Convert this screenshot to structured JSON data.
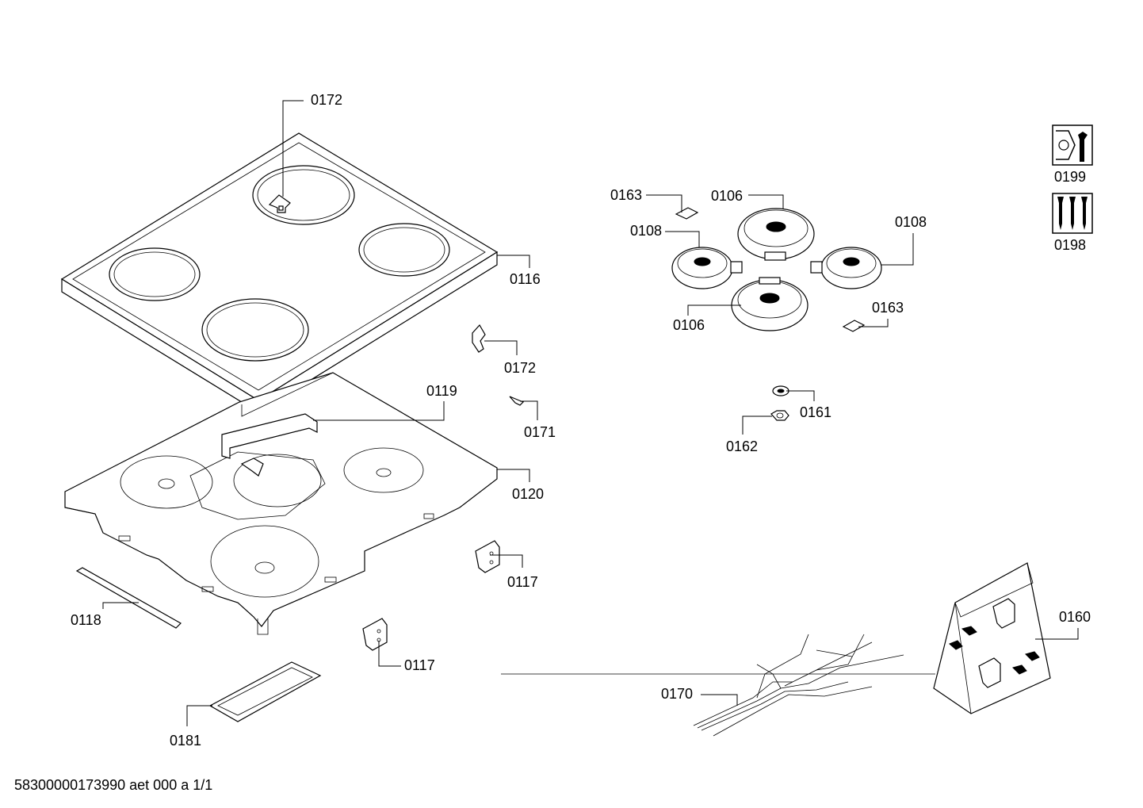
{
  "callouts": {
    "c0172_top": "0172",
    "c0116": "0116",
    "c0172_clip": "0172",
    "c0119": "0119",
    "c0171": "0171",
    "c0120": "0120",
    "c0117_a": "0117",
    "c0117_b": "0117",
    "c0118": "0118",
    "c0181": "0181",
    "c0163_a": "0163",
    "c0106_a": "0106",
    "c0108_a": "0108",
    "c0108_b": "0108",
    "c0106_b": "0106",
    "c0163_b": "0163",
    "c0161": "0161",
    "c0162": "0162",
    "c0170": "0170",
    "c0160": "0160",
    "c0199": "0199",
    "c0198": "0198"
  },
  "icons": {
    "tools": "wrench-nut-icon",
    "screws": "screws-icon"
  },
  "footer": {
    "doc_id": "58300000173990 aet 000 a 1/1"
  }
}
